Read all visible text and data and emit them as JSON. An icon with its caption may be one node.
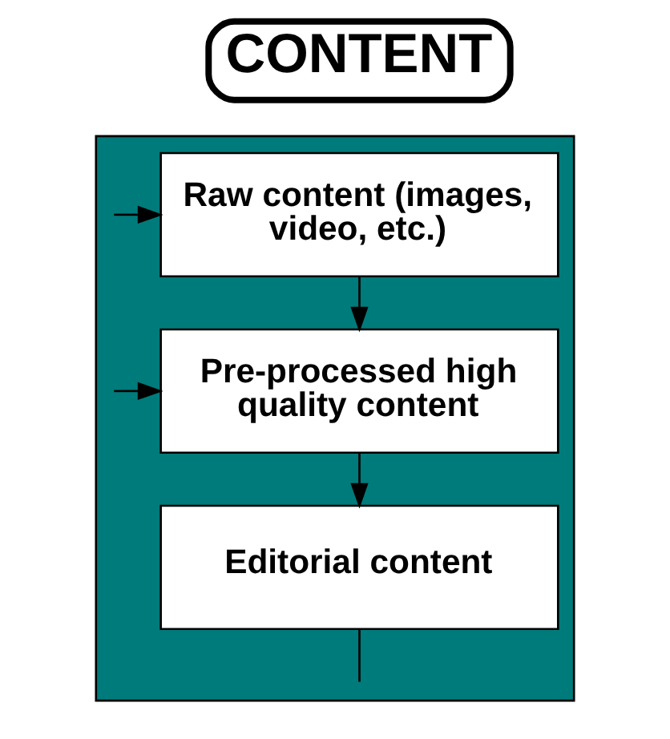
{
  "diagram": {
    "nodes": [
      {
        "text": [
          "CONTENT"
        ]
      },
      {
        "text": [],
        "shape": "box"
      },
      {
        "text": [
          "Raw content (images, video, etc.)"
        ],
        "in": 1
      },
      {
        "text": [
          "Pre-processed high quality content"
        ],
        "in": 1
      },
      {
        "text": [
          "Editorial content"
        ],
        "in": 1
      }
    ],
    "edges": [
      {
        "from": null,
        "to": 2,
        "arrow": "to"
      },
      {
        "from": null,
        "to": 3,
        "arrow": "to"
      },
      {
        "from": 2,
        "to": 3,
        "arrow": "to"
      },
      {
        "from": 3,
        "to": 4,
        "arrow": "to"
      },
      {
        "from": 4,
        "to": null,
        "arrow": "none"
      }
    ]
  }
}
